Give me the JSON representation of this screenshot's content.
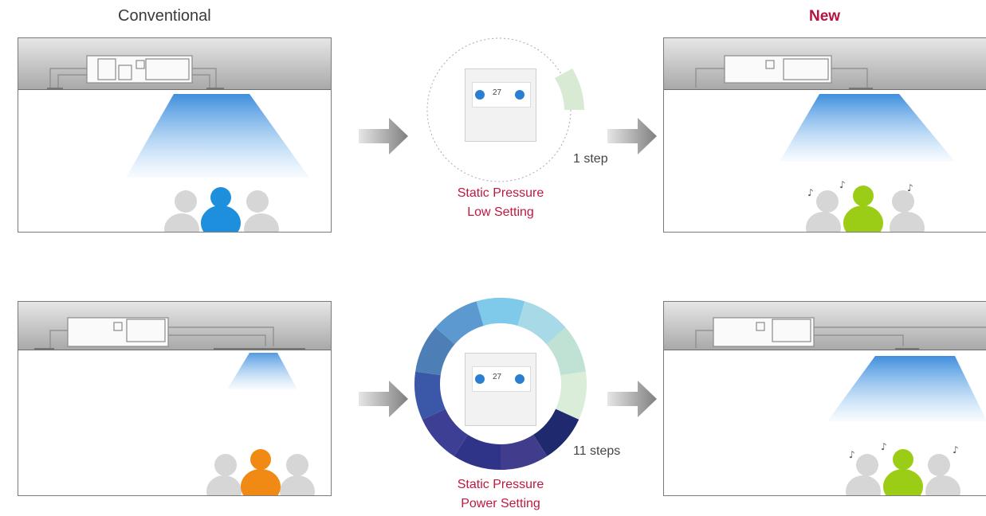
{
  "headings": {
    "conventional": "Conventional",
    "new": "New"
  },
  "low_setting": {
    "caption_line1": "Static Pressure",
    "caption_line2": "Low Setting",
    "steps_label": "1 step"
  },
  "power_setting": {
    "caption_line1": "Static Pressure",
    "caption_line2": "Power Setting",
    "steps_label": "11 steps"
  },
  "controller": {
    "temperature": "27"
  },
  "colors": {
    "accent_red": "#c0183f",
    "low_step": "#d8ead3",
    "person_blue": "#1e8fdc",
    "person_orange": "#f08a14",
    "person_green": "#9ccd16",
    "ring_segments": [
      "#7fc9ea",
      "#a7d9e6",
      "#bfe2d4",
      "#d9edd8",
      "#1f2a6e",
      "#3f3d8c",
      "#2f3488",
      "#3c3f93",
      "#3a57a8",
      "#4d7fb6",
      "#5b99d0"
    ]
  }
}
